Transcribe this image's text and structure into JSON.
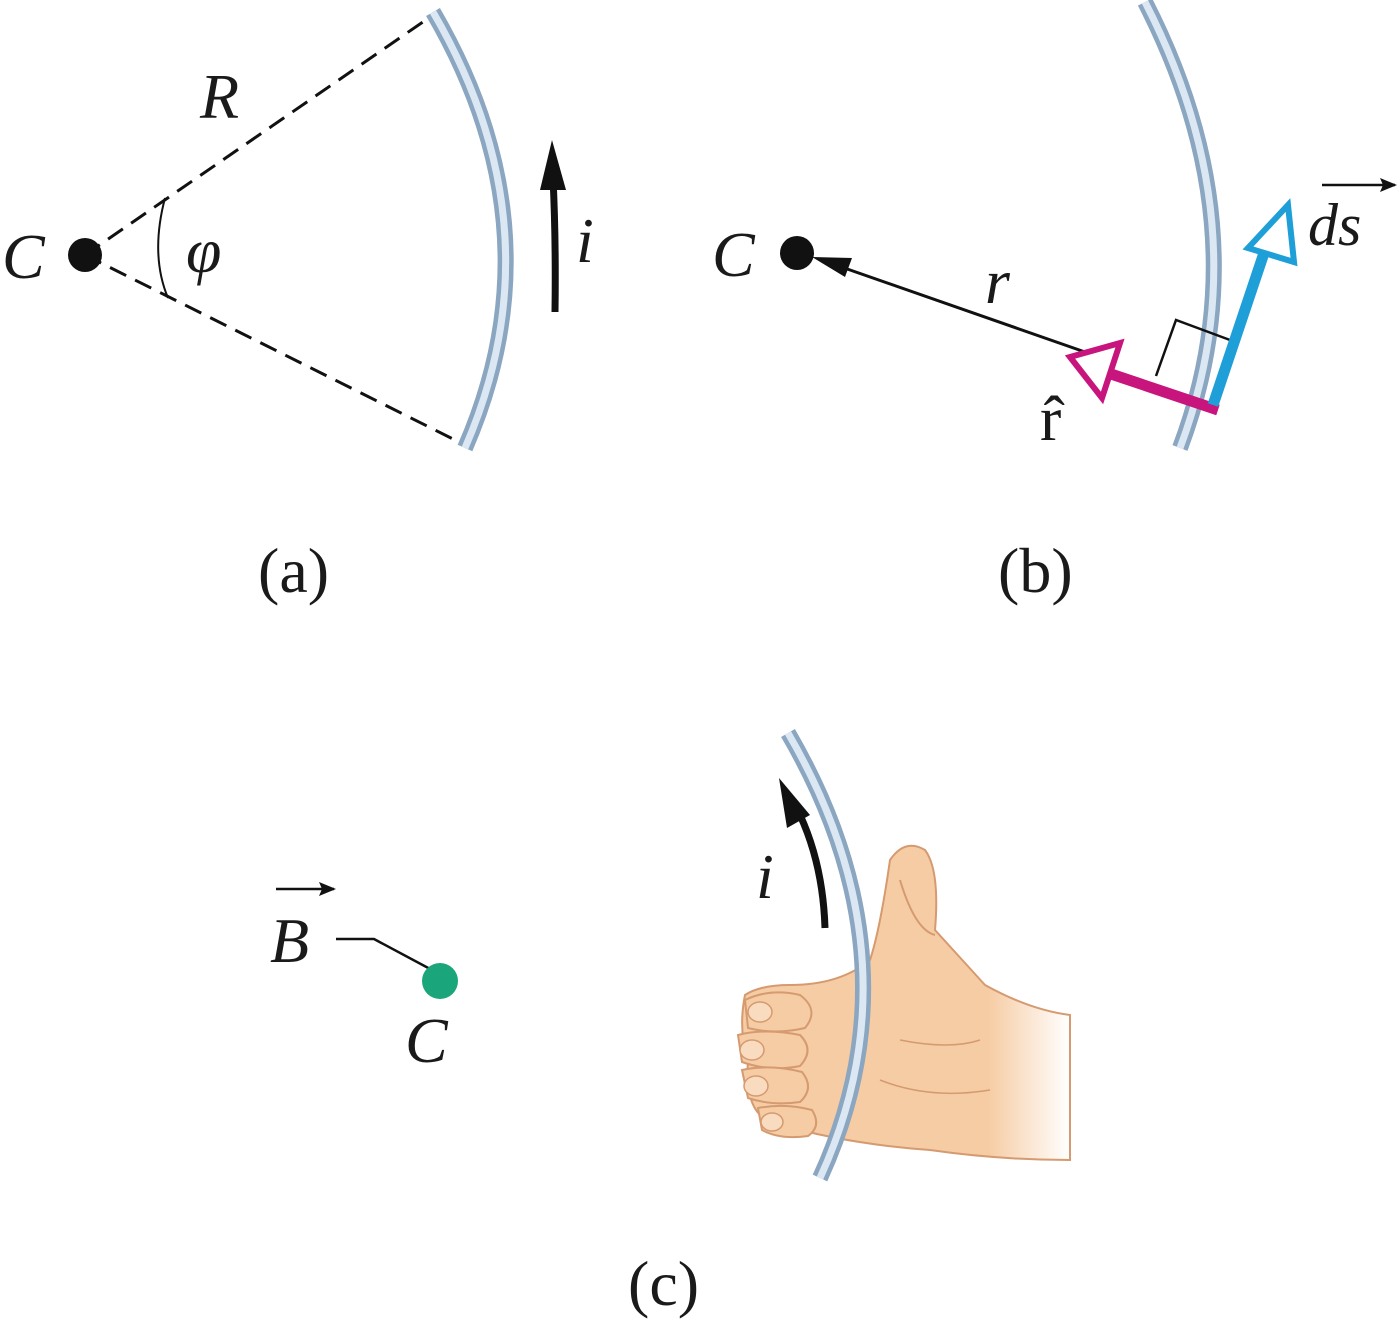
{
  "panel_a": {
    "point_label": "C",
    "radius_label": "R",
    "angle_label": "φ",
    "current_label": "i",
    "caption": "(a)"
  },
  "panel_b": {
    "point_label": "C",
    "distance_label": "r",
    "unit_vector_label": "r̂",
    "ds_label": "ds",
    "caption": "(b)"
  },
  "panel_c": {
    "field_label": "B",
    "point_label": "C",
    "current_label": "i",
    "caption": "(c)"
  },
  "colors": {
    "wire": "#b8cde0",
    "wire_edge": "#8fa9c2",
    "unit_vector": "#c8157d",
    "ds_vector": "#1e9fd8",
    "field_point": "#1aa67a",
    "skin": "#f6cca4",
    "skin_line": "#d59a70"
  }
}
